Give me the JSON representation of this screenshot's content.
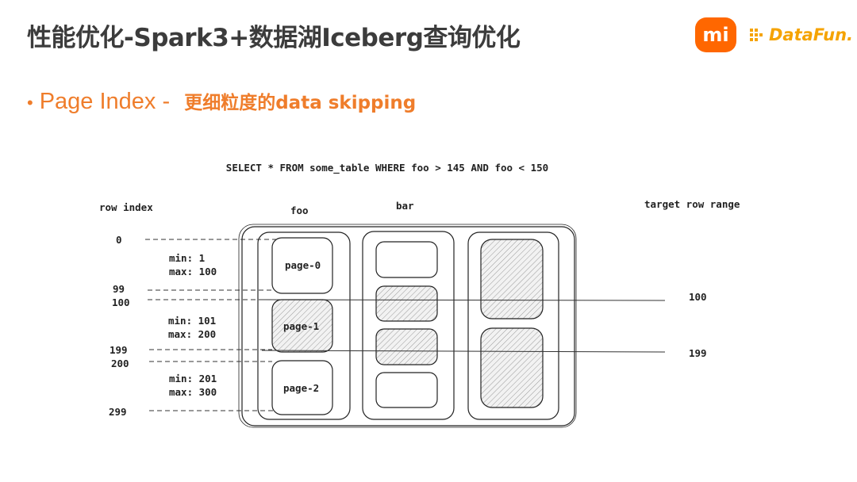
{
  "slide": {
    "title": "性能优化-Spark3+数据湖Iceberg查询优化",
    "bullet_main": "Page Index",
    "bullet_sep": " - ",
    "bullet_sub": "更细粒度的data skipping"
  },
  "logos": {
    "mi_text": "mi",
    "datafun_text": "DataFun."
  },
  "colors": {
    "accent": "#ef7d2b",
    "mi_orange": "#ff6700",
    "datafun": "#f5a300"
  },
  "diagram": {
    "query": "SELECT * FROM some_table WHERE foo > 145 AND foo < 150",
    "headers": {
      "row_index": "row index",
      "foo": "foo",
      "bar": "bar",
      "target_row_range": "target row range"
    },
    "row_labels": {
      "r0": "0",
      "r99": "99",
      "r100": "100",
      "r199": "199",
      "r200": "200",
      "r299": "299"
    },
    "pages": [
      {
        "name": "page-0",
        "min": "min: 1",
        "max": "max: 100",
        "selected": false
      },
      {
        "name": "page-1",
        "min": "min: 101",
        "max": "max: 200",
        "selected": true
      },
      {
        "name": "page-2",
        "min": "min: 201",
        "max": "max: 300",
        "selected": false
      }
    ],
    "target": {
      "start": "100",
      "end": "199"
    }
  }
}
